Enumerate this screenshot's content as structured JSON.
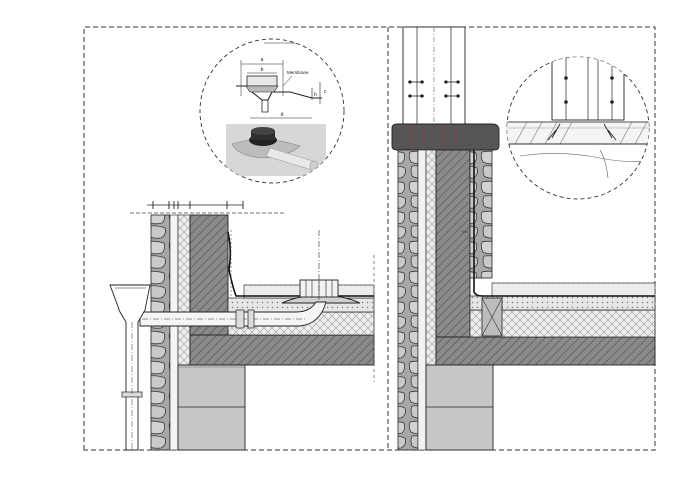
{
  "detail_callout": {
    "membrane_label": "Membrane",
    "dim_a": "a",
    "dim_b": "b",
    "dim_c": "c",
    "dim_d": "d",
    "dim_h": "h"
  },
  "colors": {
    "line": "#222222",
    "stone": "#9a9a9a",
    "concrete_hatch": "#6f6f6f",
    "block": "#c4c4c4",
    "insulation": "#e2e2e2",
    "fill_light": "#eeeeee",
    "membrane": "#111111"
  }
}
